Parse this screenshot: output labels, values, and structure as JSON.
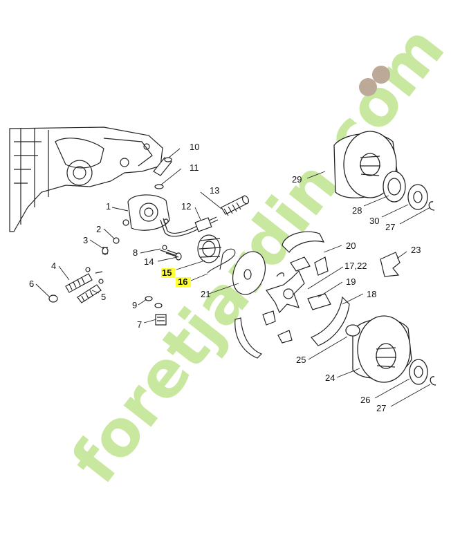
{
  "diagram": {
    "callouts": [
      "1",
      "2",
      "3",
      "4",
      "5",
      "6",
      "7",
      "8",
      "9",
      "10",
      "11",
      "12",
      "13",
      "14",
      "17,22",
      "18",
      "19",
      "20",
      "21",
      "23",
      "24",
      "25",
      "26",
      "27",
      "27",
      "28",
      "29",
      "30"
    ],
    "highlighted": [
      "15",
      "16"
    ]
  },
  "watermark": {
    "text": "foretjardin.com",
    "color": "#c6e79a",
    "dot_color": "#b9a592"
  }
}
